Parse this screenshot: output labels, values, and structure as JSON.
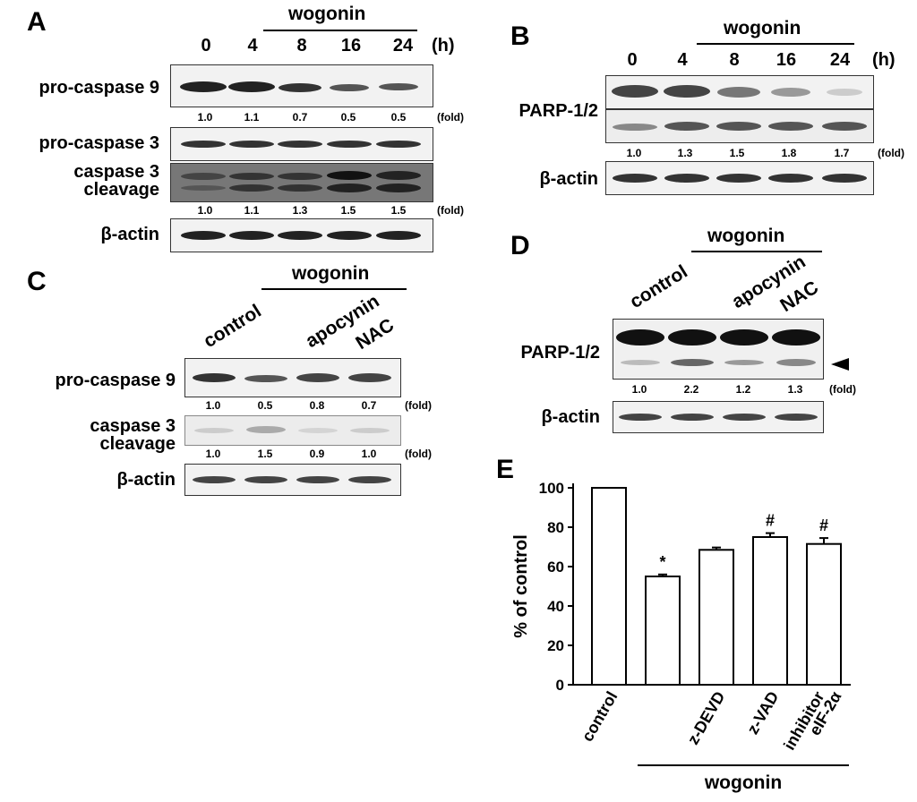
{
  "panelA": {
    "letter": "A",
    "wogonin": "wogonin",
    "lanes": [
      "0",
      "4",
      "8",
      "16",
      "24"
    ],
    "unit": "(h)",
    "rows": {
      "procasp9": "pro-caspase 9",
      "procasp3": "pro-caspase 3",
      "casp3_l1": "caspase 3",
      "casp3_l2": "cleavage",
      "actin": "β-actin"
    },
    "fold1": [
      "1.0",
      "1.1",
      "0.7",
      "0.5",
      "0.5"
    ],
    "fold2": [
      "1.0",
      "1.1",
      "1.3",
      "1.5",
      "1.5"
    ],
    "fold_unit": "(fold)"
  },
  "panelB": {
    "letter": "B",
    "wogonin": "wogonin",
    "lanes": [
      "0",
      "4",
      "8",
      "16",
      "24"
    ],
    "unit": "(h)",
    "rows": {
      "parp": "PARP-1/2",
      "actin": "β-actin"
    },
    "fold": [
      "1.0",
      "1.3",
      "1.5",
      "1.8",
      "1.7"
    ],
    "fold_unit": "(fold)"
  },
  "panelC": {
    "letter": "C",
    "wogonin": "wogonin",
    "lanes": [
      "control",
      "apocynin",
      "NAC"
    ],
    "rows": {
      "procasp9": "pro-caspase 9",
      "casp3_l1": "caspase 3",
      "casp3_l2": "cleavage",
      "actin": "β-actin"
    },
    "fold1": [
      "1.0",
      "0.5",
      "0.8",
      "0.7"
    ],
    "fold2": [
      "1.0",
      "1.5",
      "0.9",
      "1.0"
    ],
    "fold_unit": "(fold)"
  },
  "panelD": {
    "letter": "D",
    "wogonin": "wogonin",
    "lanes": [
      "control",
      "apocynin",
      "NAC"
    ],
    "rows": {
      "parp": "PARP-1/2",
      "actin": "β-actin"
    },
    "fold": [
      "1.0",
      "2.2",
      "1.2",
      "1.3"
    ],
    "fold_unit": "(fold)"
  },
  "panelE": {
    "letter": "E",
    "wogonin": "wogonin",
    "chart_data": {
      "type": "bar",
      "categories": [
        "control",
        "",
        "z-DEVD",
        "z-VAD",
        "eIF-2α inhibitor"
      ],
      "values": [
        100,
        55,
        68.5,
        75,
        71.5
      ],
      "errors": [
        0,
        1,
        1.2,
        2,
        3
      ],
      "annotations": [
        "",
        "*",
        "",
        "#",
        "#"
      ],
      "ylabel": "% of control",
      "ylim": [
        0,
        100
      ],
      "yticks": [
        "0",
        "20",
        "40",
        "60",
        "80",
        "100"
      ],
      "grid": false
    }
  }
}
